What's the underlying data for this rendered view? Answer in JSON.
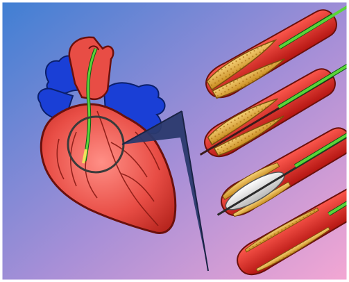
{
  "illustration": {
    "background_colors": {
      "top_left": "#3f7fd3",
      "bottom_right": "#f4a7d3",
      "mid": "#a78fd7"
    },
    "subjects": [
      "heart-with-coronary-catheter",
      "zoom-callout-circle",
      "artery-panel-1",
      "artery-panel-2-catheter",
      "artery-panel-3-balloon",
      "artery-panel-4-cleared"
    ],
    "colors": {
      "heart": "#e84d45",
      "veins": "#1a3fd6",
      "artery": "#d6211f",
      "plaque": "#e6b34a",
      "wire": "#5ad43a",
      "balloon": "#d9d9d9"
    }
  }
}
